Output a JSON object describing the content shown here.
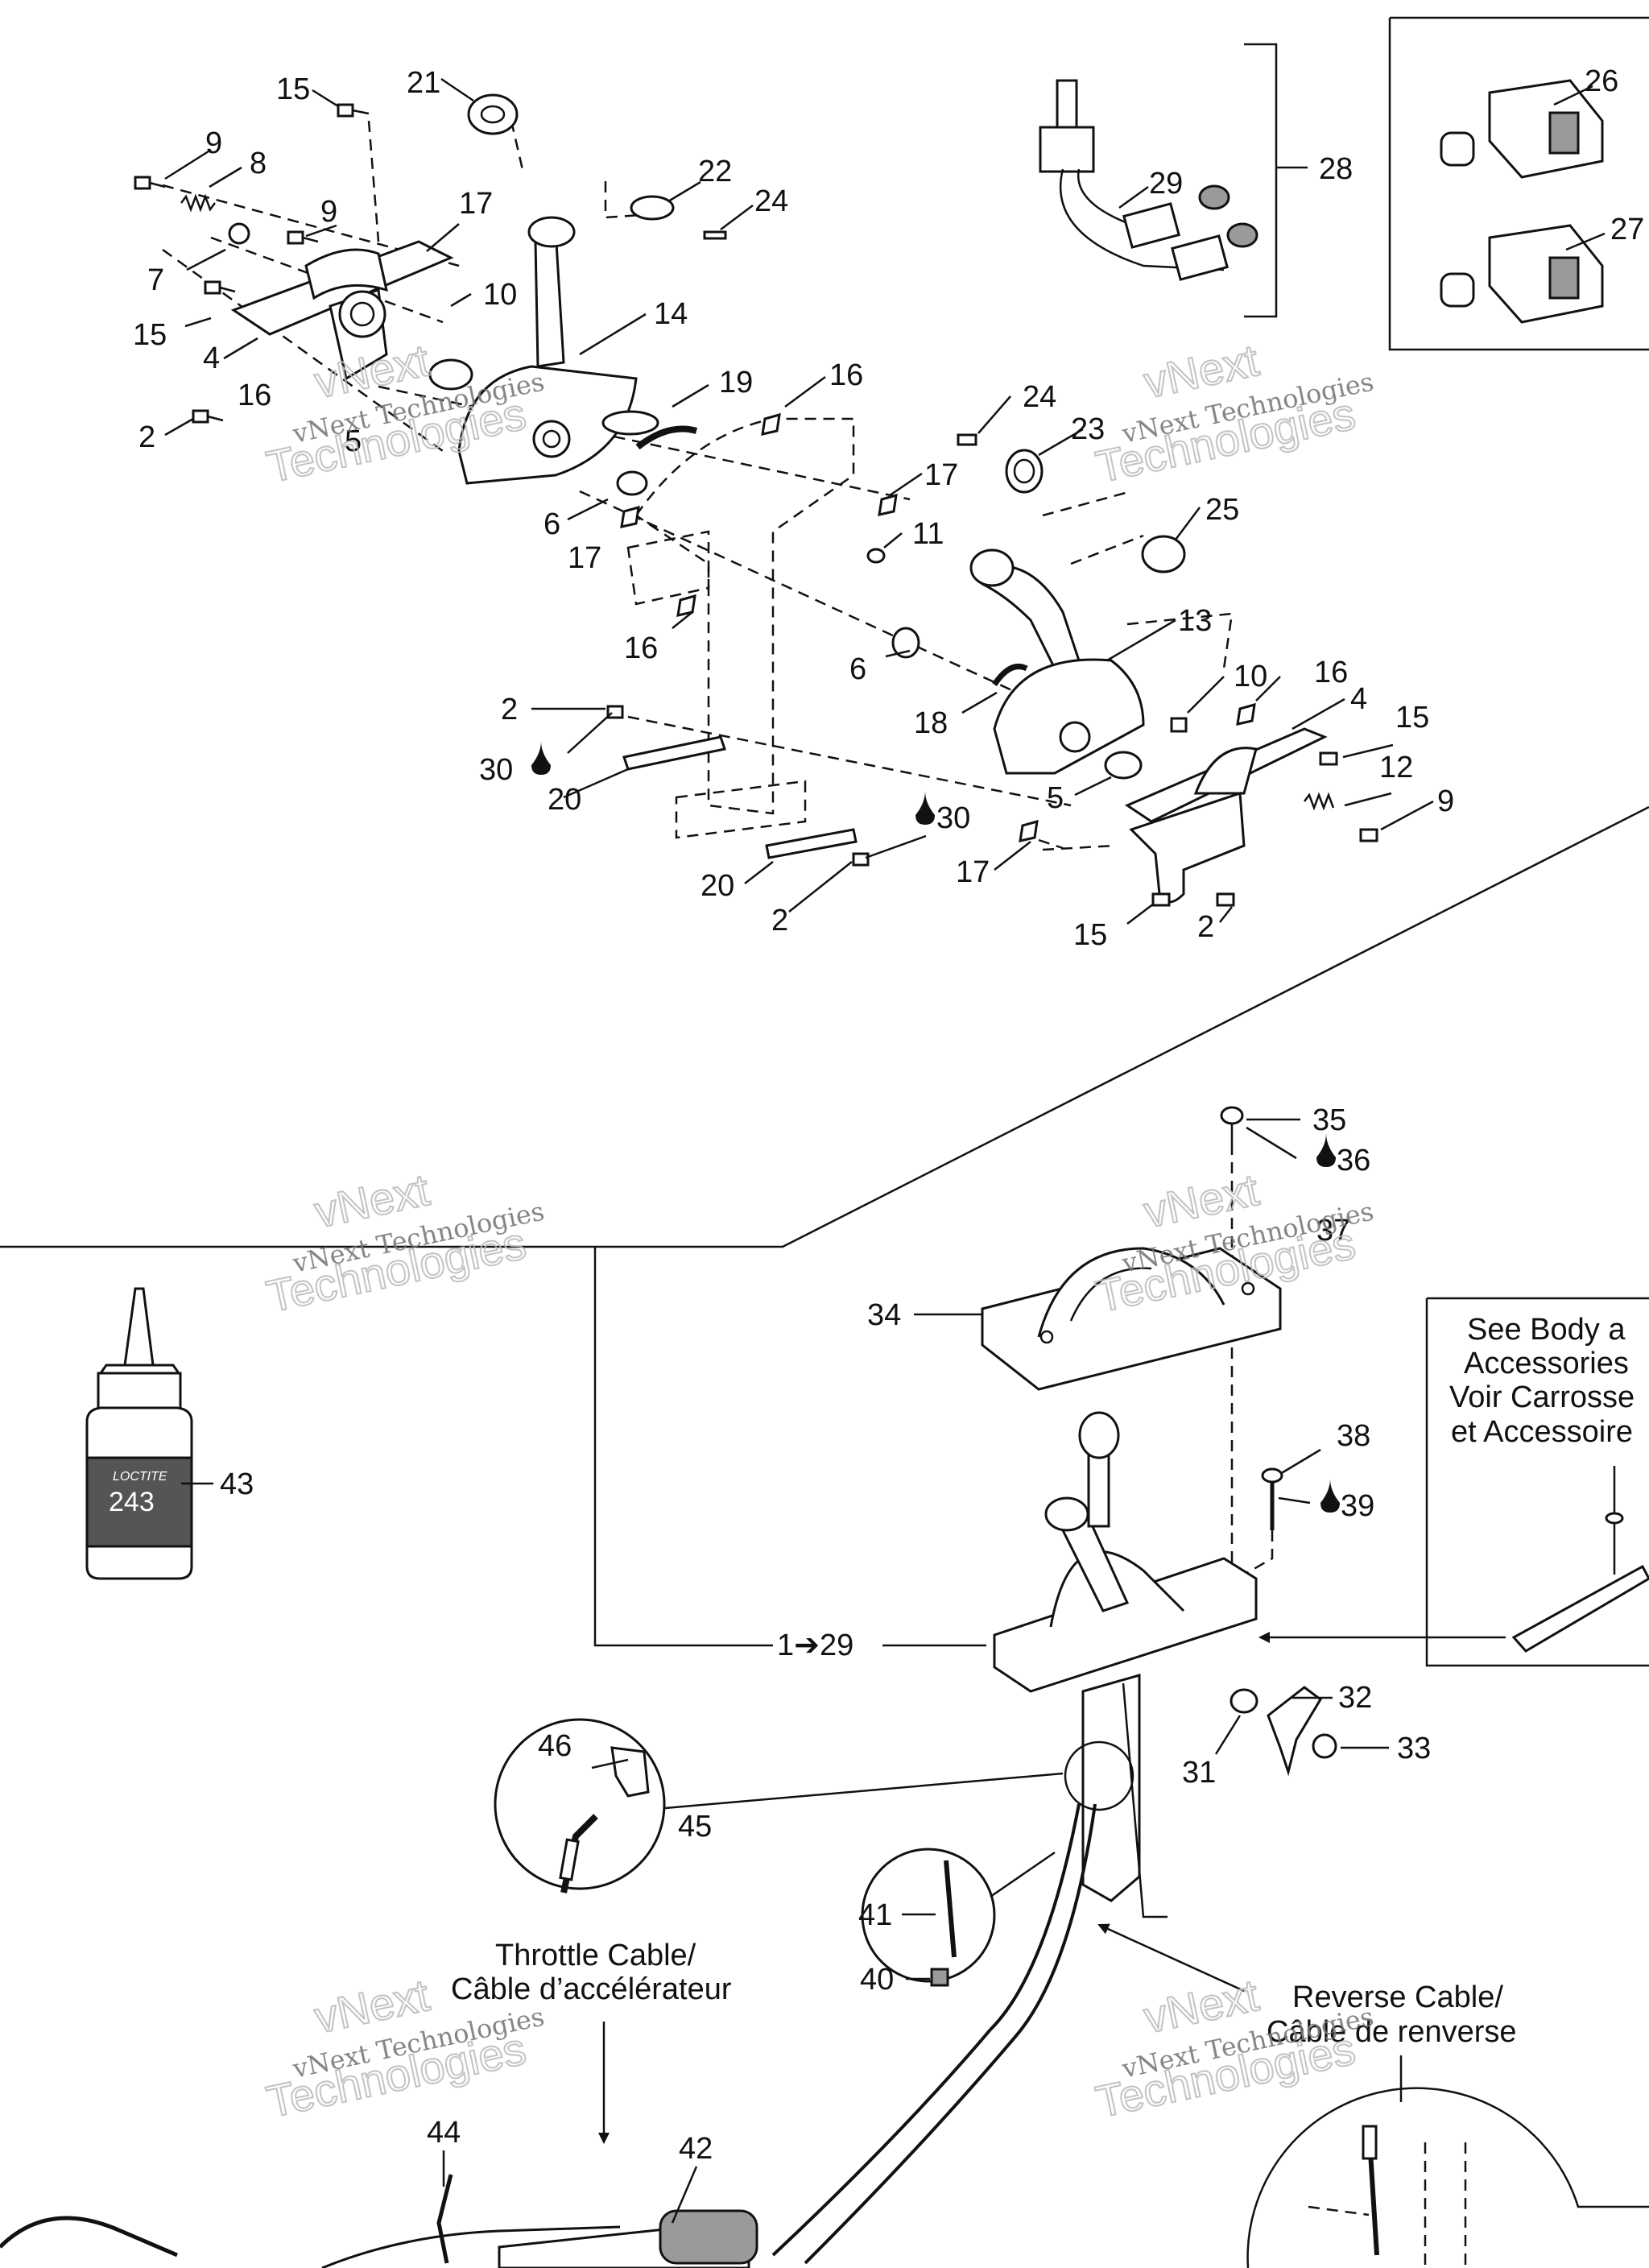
{
  "callouts": [
    {
      "id": "c21",
      "text": "21"
    },
    {
      "id": "c15a",
      "text": "15"
    },
    {
      "id": "c9a",
      "text": "9"
    },
    {
      "id": "c8",
      "text": "8"
    },
    {
      "id": "c9b",
      "text": "9"
    },
    {
      "id": "c17a",
      "text": "17"
    },
    {
      "id": "c22",
      "text": "22"
    },
    {
      "id": "c24a",
      "text": "24"
    },
    {
      "id": "c7",
      "text": "7"
    },
    {
      "id": "c10a",
      "text": "10"
    },
    {
      "id": "c15b",
      "text": "15"
    },
    {
      "id": "c14",
      "text": "14"
    },
    {
      "id": "c4a",
      "text": "4"
    },
    {
      "id": "c16a",
      "text": "16"
    },
    {
      "id": "c2a",
      "text": "2"
    },
    {
      "id": "c5a",
      "text": "5"
    },
    {
      "id": "c19",
      "text": "19"
    },
    {
      "id": "c16b",
      "text": "16"
    },
    {
      "id": "c24b",
      "text": "24"
    },
    {
      "id": "c23",
      "text": "23"
    },
    {
      "id": "c17b",
      "text": "17"
    },
    {
      "id": "c6a",
      "text": "6"
    },
    {
      "id": "c17c",
      "text": "17"
    },
    {
      "id": "c11",
      "text": "11"
    },
    {
      "id": "c25",
      "text": "25"
    },
    {
      "id": "c13",
      "text": "13"
    },
    {
      "id": "c16c",
      "text": "16"
    },
    {
      "id": "c6b",
      "text": "6"
    },
    {
      "id": "c2b",
      "text": "2"
    },
    {
      "id": "c30a",
      "text": "30"
    },
    {
      "id": "c20a",
      "text": "20"
    },
    {
      "id": "c18",
      "text": "18"
    },
    {
      "id": "c10b",
      "text": "10"
    },
    {
      "id": "c16d",
      "text": "16"
    },
    {
      "id": "c4b",
      "text": "4"
    },
    {
      "id": "c15c",
      "text": "15"
    },
    {
      "id": "c12",
      "text": "12"
    },
    {
      "id": "c9c",
      "text": "9"
    },
    {
      "id": "c5b",
      "text": "5"
    },
    {
      "id": "c30b",
      "text": "30"
    },
    {
      "id": "c17d",
      "text": "17"
    },
    {
      "id": "c20b",
      "text": "20"
    },
    {
      "id": "c2c",
      "text": "2"
    },
    {
      "id": "c15d",
      "text": "15"
    },
    {
      "id": "c2d",
      "text": "2"
    },
    {
      "id": "c28",
      "text": "28"
    },
    {
      "id": "c29",
      "text": "29"
    },
    {
      "id": "c26",
      "text": "26"
    },
    {
      "id": "c27",
      "text": "27"
    },
    {
      "id": "c35",
      "text": "35"
    },
    {
      "id": "c36",
      "text": "36"
    },
    {
      "id": "c37",
      "text": "37"
    },
    {
      "id": "c34",
      "text": "34"
    },
    {
      "id": "c43",
      "text": "43"
    },
    {
      "id": "c38",
      "text": "38"
    },
    {
      "id": "c39",
      "text": "39"
    },
    {
      "id": "c129",
      "text": "1➔29"
    },
    {
      "id": "c32",
      "text": "32"
    },
    {
      "id": "c33",
      "text": "33"
    },
    {
      "id": "c31",
      "text": "31"
    },
    {
      "id": "c46",
      "text": "46"
    },
    {
      "id": "c45",
      "text": "45"
    },
    {
      "id": "c41",
      "text": "41"
    },
    {
      "id": "c40",
      "text": "40"
    },
    {
      "id": "c44",
      "text": "44"
    },
    {
      "id": "c42",
      "text": "42"
    }
  ],
  "notes": {
    "body_line1": "See Body a",
    "body_line2": "Accessories",
    "body_line3": "Voir Carrosse",
    "body_line4": "et Accessoire",
    "throttle_line1": "Throttle Cable/",
    "throttle_line2": "Câble d’accélérateur",
    "reverse_line1": "Reverse Cable/",
    "reverse_line2": "Câble de renverse",
    "bottle_label": "243",
    "bottle_brand": "LOCTITE"
  },
  "watermark": {
    "line1": "vNext",
    "line2": "vNext Technologies",
    "line3": "Technologies"
  },
  "icons": {
    "drop": "drop-icon",
    "arrow": "arrow-icon"
  }
}
